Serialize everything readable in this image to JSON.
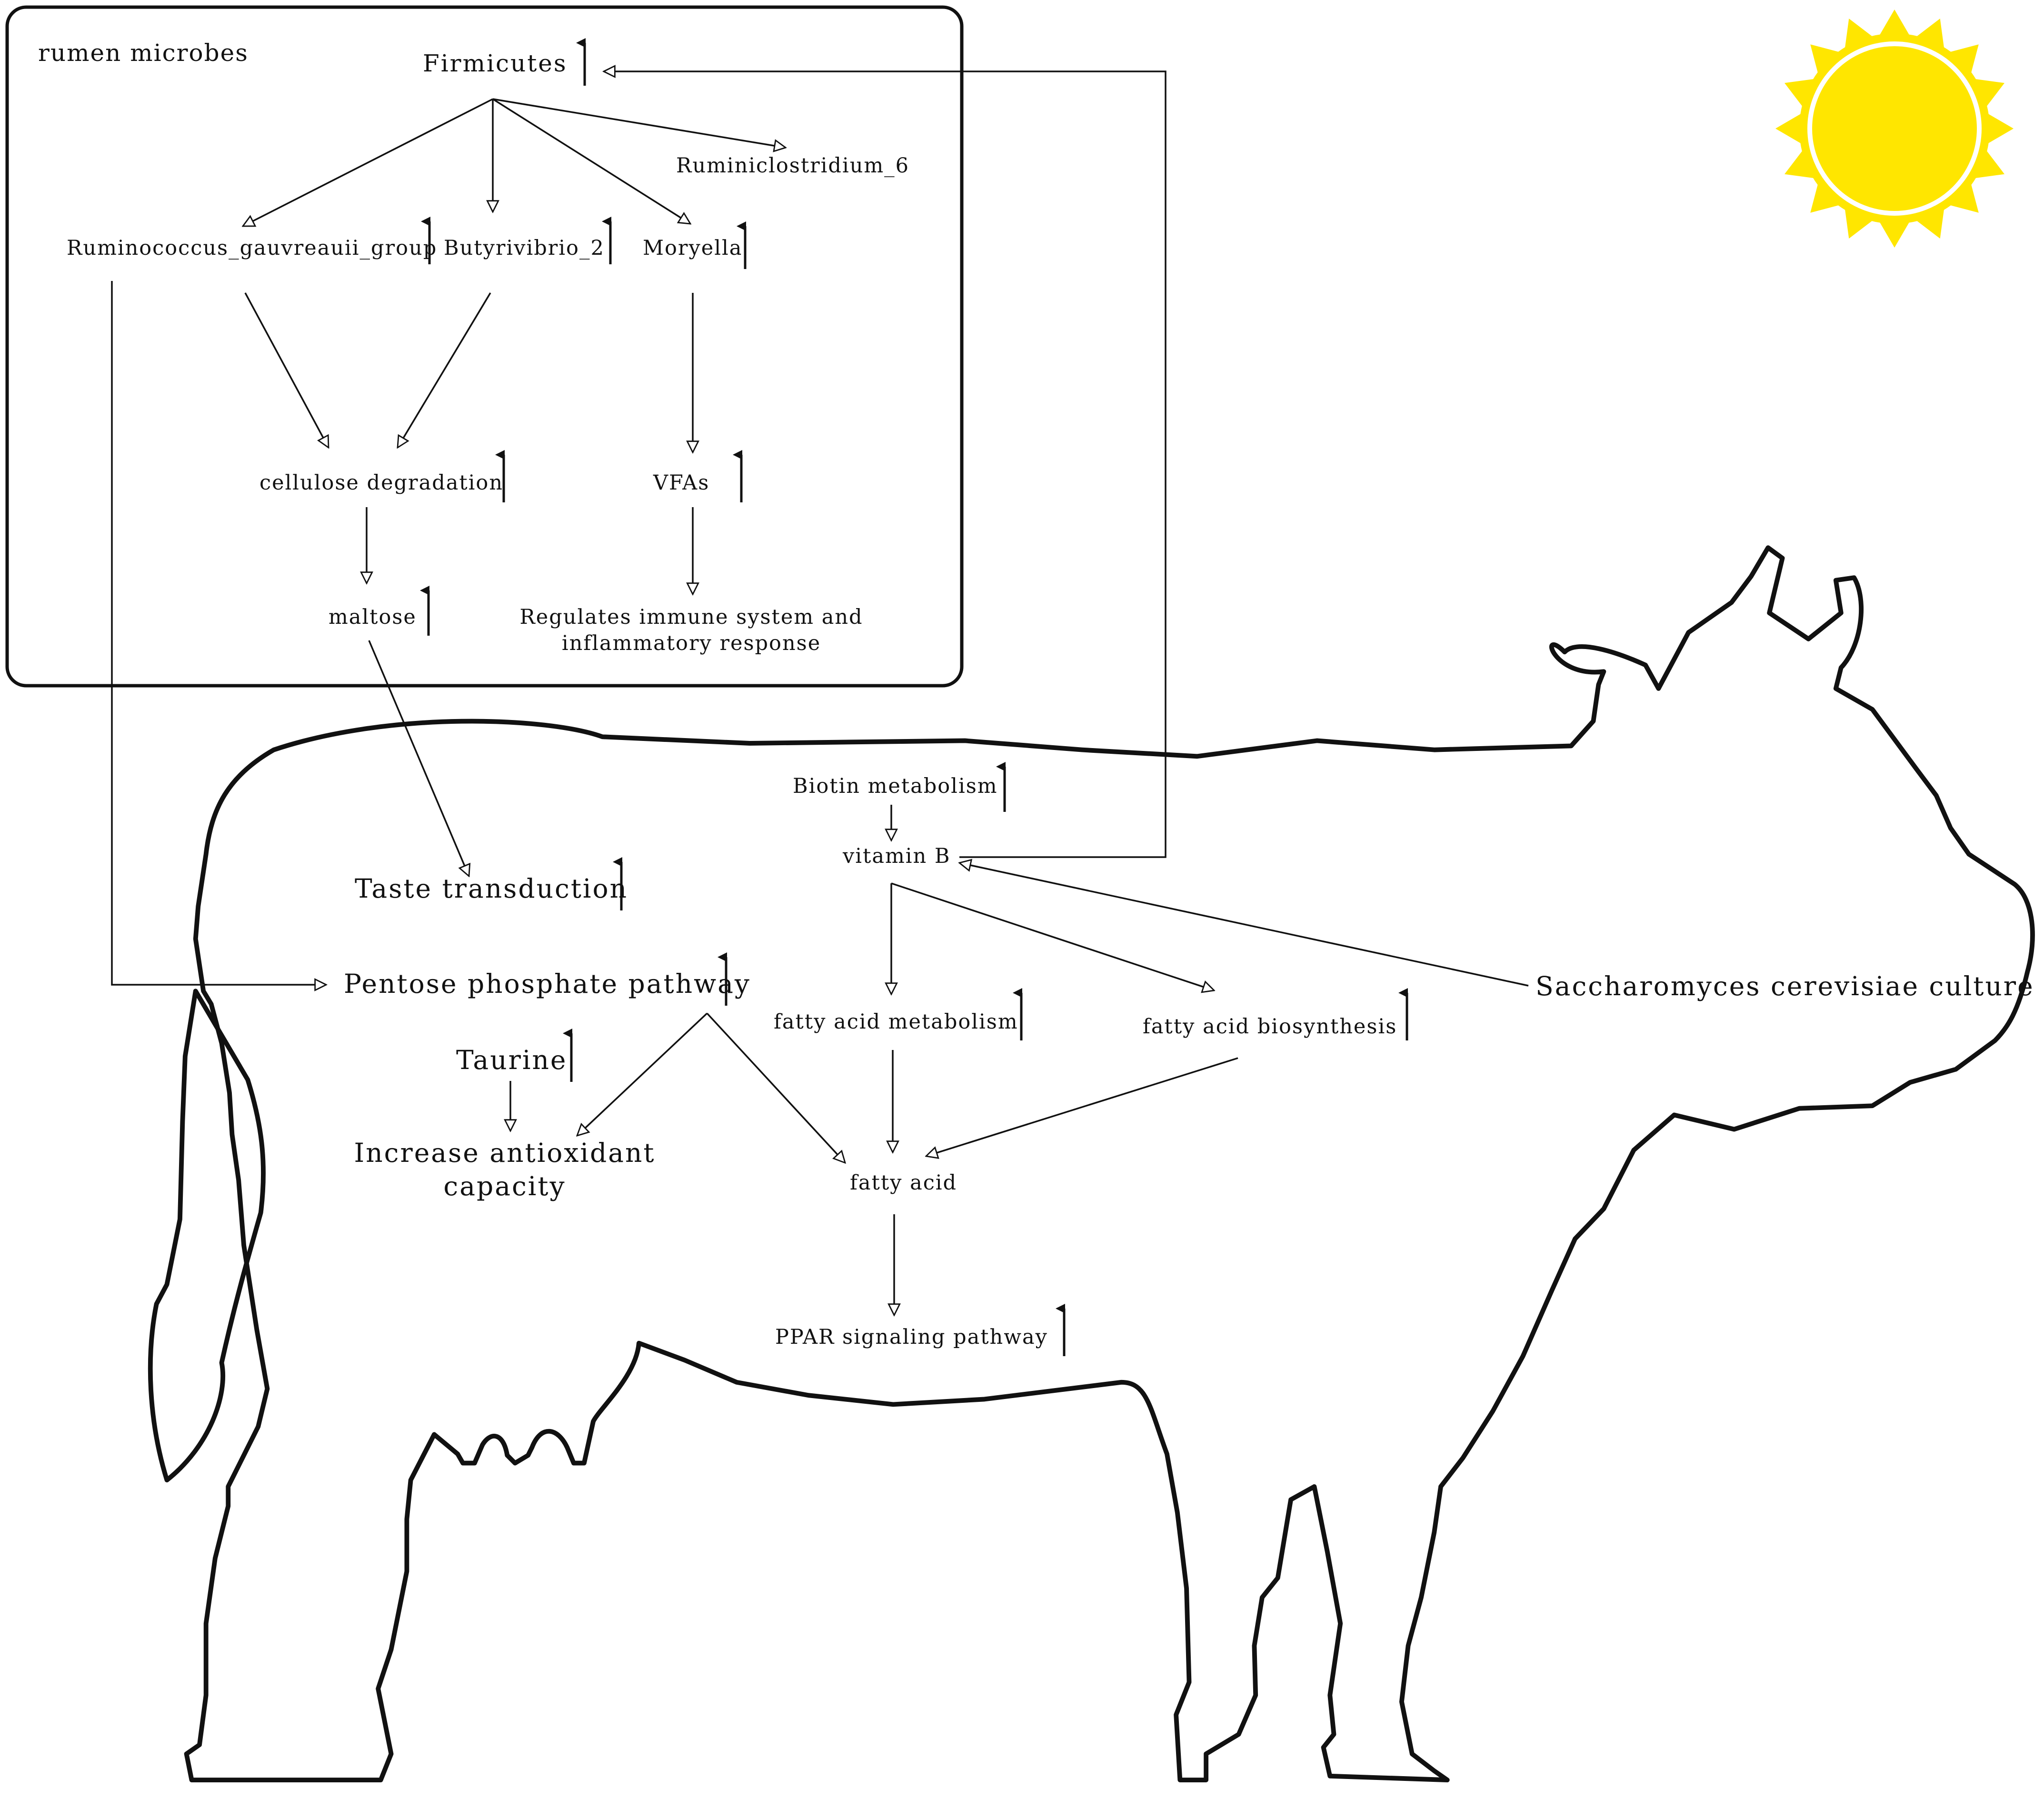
{
  "group": {
    "title": "rumen microbes"
  },
  "nodes": {
    "firmicutes": "Firmicutes",
    "ruminiclostridium": "Ruminiclostridium_6",
    "ruminococcus": "Ruminococcus_gauvreauii_group",
    "butyrivibrio": "Butyrivibrio_2",
    "moryella": "Moryella",
    "cellulose": "cellulose degradation",
    "vfas": "VFAs",
    "maltose": "maltose",
    "immune_line1": "Regulates immune system and",
    "immune_line2": "inflammatory response",
    "biotin": "Biotin metabolism",
    "vitamin_b": "vitamin B",
    "taste": "Taste transduction",
    "pentose": "Pentose phosphate pathway",
    "fa_metabolism": "fatty acid metabolism",
    "fa_biosynthesis": "fatty acid biosynthesis",
    "saccharomyces": "Saccharomyces cerevisiae culture",
    "taurine": "Taurine",
    "antioxidant_line1": "Increase antioxidant",
    "antioxidant_line2": "capacity",
    "fatty_acid": "fatty acid",
    "ppar": "PPAR signaling pathway"
  },
  "increased": [
    "firmicutes",
    "ruminococcus",
    "butyrivibrio",
    "moryella",
    "cellulose",
    "vfas",
    "maltose",
    "biotin",
    "taste",
    "pentose",
    "fa_metabolism",
    "fa_biosynthesis",
    "taurine",
    "ppar"
  ],
  "edges": [
    [
      "firmicutes",
      "ruminococcus"
    ],
    [
      "firmicutes",
      "butyrivibrio"
    ],
    [
      "firmicutes",
      "moryella"
    ],
    [
      "firmicutes",
      "ruminiclostridium"
    ],
    [
      "ruminococcus",
      "cellulose"
    ],
    [
      "butyrivibrio",
      "cellulose"
    ],
    [
      "cellulose",
      "maltose"
    ],
    [
      "moryella",
      "vfas"
    ],
    [
      "vfas",
      "immune"
    ],
    [
      "maltose",
      "taste"
    ],
    [
      "ruminococcus",
      "pentose"
    ],
    [
      "biotin",
      "vitamin_b"
    ],
    [
      "vitamin_b",
      "firmicutes"
    ],
    [
      "saccharomyces",
      "vitamin_b"
    ],
    [
      "vitamin_b",
      "fa_metabolism"
    ],
    [
      "vitamin_b",
      "fa_biosynthesis"
    ],
    [
      "fa_metabolism",
      "fatty_acid"
    ],
    [
      "fa_biosynthesis",
      "fatty_acid"
    ],
    [
      "pentose",
      "antioxidant"
    ],
    [
      "pentose",
      "fatty_acid"
    ],
    [
      "taurine",
      "antioxidant"
    ],
    [
      "fatty_acid",
      "ppar"
    ]
  ],
  "colors": {
    "sun": "#FFE600",
    "line": "#111111",
    "background": "#FFFFFF"
  },
  "icons": [
    "sun-icon",
    "cow-silhouette",
    "up-arrow-icon"
  ]
}
